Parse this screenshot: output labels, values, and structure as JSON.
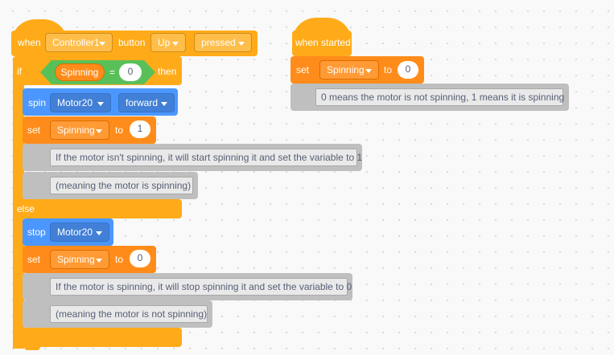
{
  "script1": {
    "hat": {
      "when": "when",
      "controller": "Controller1",
      "button_word": "button",
      "button": "Up",
      "action": "pressed"
    },
    "if_block": {
      "if_label": "if",
      "variable": "Spinning",
      "operator": "=",
      "compare_value": "0",
      "then_label": "then",
      "else_label": "else"
    },
    "spin": {
      "label": "spin",
      "motor": "Motor20",
      "direction": "forward"
    },
    "set1": {
      "label": "set",
      "variable": "Spinning",
      "to": "to",
      "value": "1"
    },
    "comment1": "If the motor isn't spinning, it will start spinning it and set the variable to 1",
    "comment2": "(meaning the motor is spinning)",
    "stop": {
      "label": "stop",
      "motor": "Motor20"
    },
    "set2": {
      "label": "set",
      "variable": "Spinning",
      "to": "to",
      "value": "0"
    },
    "comment3": "If the motor is spinning, it will stop spinning it and set the variable to 0",
    "comment4": "(meaning the motor is not spinning)"
  },
  "script2": {
    "hat": "when started",
    "set": {
      "label": "set",
      "variable": "Spinning",
      "to": "to",
      "value": "0"
    },
    "comment": "0 means the motor is not spinning, 1 means it is spinning"
  },
  "colors": {
    "events": "#ffab19",
    "variables": "#ff8c1a",
    "motion": "#4c97ff",
    "operators": "#59c059",
    "comment_block": "#bfbfbf",
    "canvas": "#f9f9f9"
  }
}
